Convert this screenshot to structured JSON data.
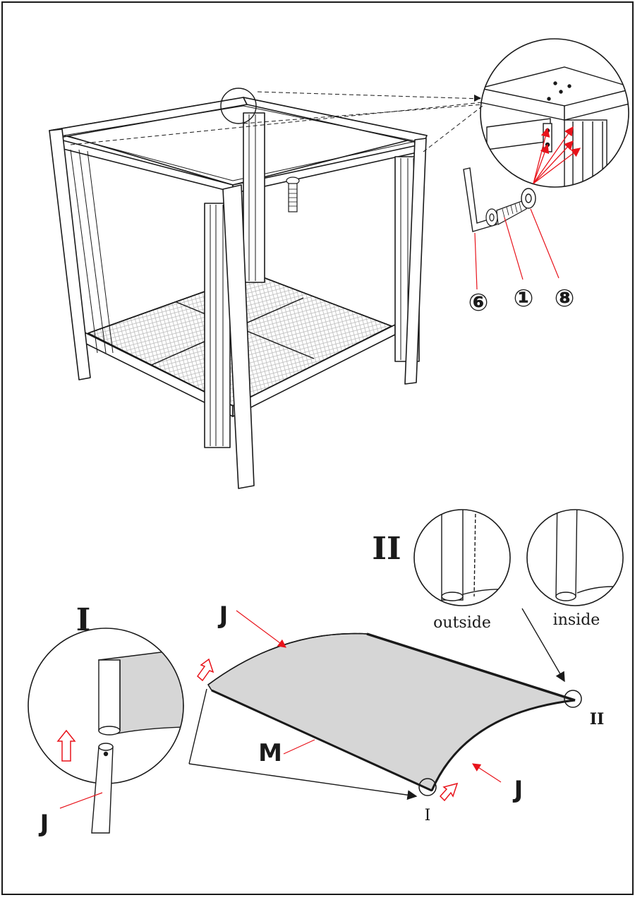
{
  "colors": {
    "line": "#1a1a1a",
    "callout": "#e8131b",
    "cover_fill": "#d6d6d6",
    "mesh": "#c9c9c9"
  },
  "part_numbers": {
    "hex_key": "⑥",
    "bolt": "①",
    "washer": "⑧"
  },
  "detail_labels": {
    "detail_one": "I",
    "detail_two": "II",
    "outside": "outside",
    "inside": "inside"
  },
  "cover_labels": {
    "j_top": "J",
    "j_bottom_right": "J",
    "j_detail": "J",
    "m": "M",
    "corner_one": "I",
    "corner_two": "II"
  },
  "icons": [
    "hex-key-icon",
    "bolt-icon",
    "washer-icon",
    "arrow-up-icon"
  ]
}
